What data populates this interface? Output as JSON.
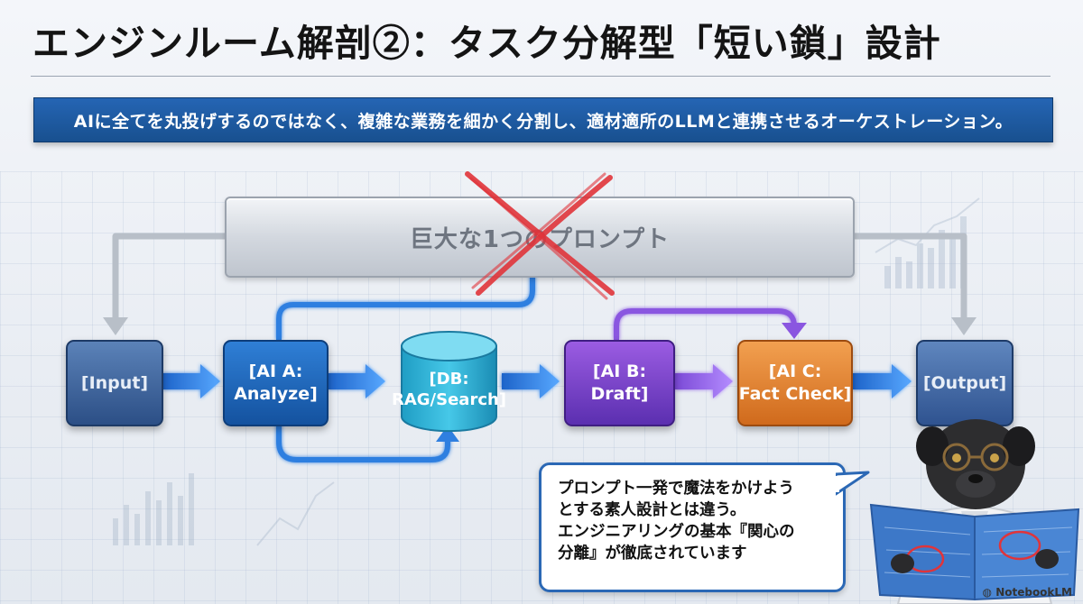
{
  "title": "エンジンルーム解剖②：タスク分解型「短い鎖」設計",
  "banner": "AIに全てを丸投げするのではなく、複雑な業務を細かく分割し、適材適所のLLMと連携させるオーケストレーション。",
  "prompt_box": {
    "label": "巨大な1つのプロンプト",
    "crossed_out": true
  },
  "nodes": {
    "input": "[Input]",
    "ai_a": "[AI A:\nAnalyze]",
    "db": "[DB:\nRAG/Search]",
    "ai_b": "[AI B:\nDraft]",
    "ai_c": "[AI C:\nFact Check]",
    "output": "[Output]"
  },
  "speech_bubble": "プロンプト一発で魔法をかけよう\nとする素人設計とは違う。\nエンジニアリングの基本『関心の\n分離』が徹底されています",
  "watermark": "NotebookLM",
  "colors": {
    "banner": "#1f5ca6",
    "ai_a": "#1f6cc0",
    "ai_b": "#7a45cc",
    "ai_c": "#e6872f",
    "db": "#2bb6d6",
    "cross": "#e0343a",
    "arrow": "#2a7fe6"
  }
}
